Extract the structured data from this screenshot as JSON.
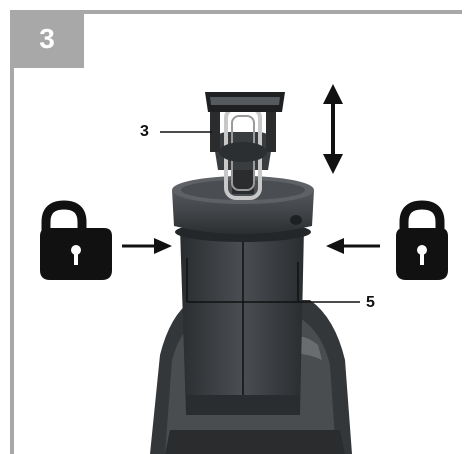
{
  "figure": {
    "step_number": "3",
    "callouts": {
      "blade_holder": "3",
      "locking_sleeve": "5"
    },
    "icons": {
      "unlock": "unlocked-padlock-icon",
      "lock": "locked-padlock-icon",
      "updown": "double-arrow-updown-icon"
    },
    "colors": {
      "frame": "#a8a8a8",
      "tool_body": "#3a3d40",
      "tool_dark": "#1e2022",
      "ink": "#111111"
    }
  }
}
